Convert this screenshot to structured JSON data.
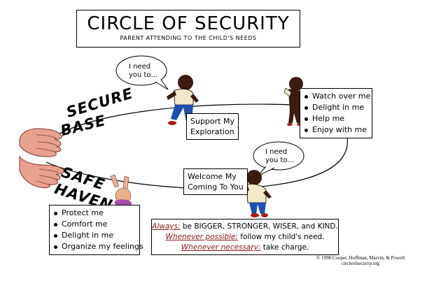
{
  "title": {
    "main": "CIRCLE OF SECURITY",
    "subtitle": "PARENT ATTENDING TO THE CHILD'S NEEDS"
  },
  "side_labels": {
    "secure_line1": "SECURE",
    "secure_line2": "BASE",
    "safe_line1": "SAFE",
    "safe_line2": "HAVEN"
  },
  "speech_bubbles": [
    {
      "line1": "I need",
      "line2": "you to..."
    },
    {
      "line1": "I need",
      "line2": "you to..."
    }
  ],
  "boxes": {
    "support": {
      "line1": "Support My",
      "line2": "Exploration"
    },
    "welcome": {
      "line1": "Welcome My",
      "line2": "Coming To You"
    }
  },
  "top_list": [
    "Watch over me",
    "Delight in me",
    "Help me",
    "Enjoy with me"
  ],
  "bottom_list": [
    "Protect me",
    "Comfort me",
    "Delight in me",
    "Organize my feelings"
  ],
  "always_box": {
    "line1_kw": "Always:",
    "line1_rest": " be BIGGER, STRONGER, WISER, and KIND.",
    "line2_kw": "Whenever possible:",
    "line2_rest": " follow my child's need.",
    "line3_kw": "Whenever necessary:",
    "line3_rest": " take charge."
  },
  "copyright": {
    "line1": "© 1998 Cooper, Hoffman, Marvin, & Powell",
    "line2": "circleofsecurity.org"
  },
  "colors": {
    "hands": "#e8a08f",
    "hands_outline": "#7a3b2e",
    "child_skin_dark": "#3b1a0f",
    "shirt": "#f1e7c9",
    "pants": "#1f4fb0",
    "shoes": "#b01818",
    "baby_skin": "#e9b08a",
    "baby_shirt": "#a64ca6",
    "keyword": "#8b1a1a"
  }
}
